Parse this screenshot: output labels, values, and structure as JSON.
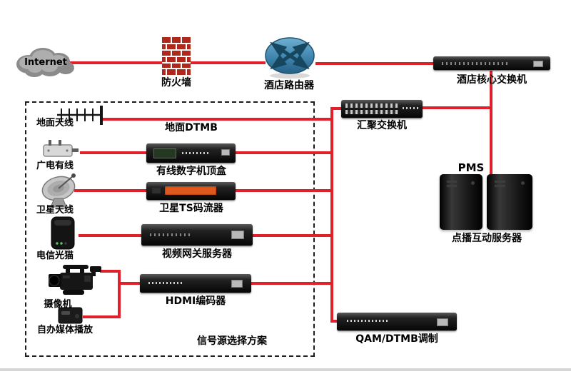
{
  "colors": {
    "connection_red": "#e0212b",
    "label_black": "#000000",
    "rack_black": "#1a1a1a",
    "router_blue": "#3f85ad",
    "firewall_brick_red": "#b0271c",
    "ts_display_orange": "#e0591c",
    "cloud_gray": "#9c9c9c"
  },
  "nodes": {
    "internet": {
      "label": "Internet",
      "type": "cloud"
    },
    "firewall": {
      "label": "防火墙",
      "type": "brick-wall"
    },
    "router": {
      "label": "酒店路由器",
      "type": "router"
    },
    "core_switch": {
      "label": "酒店核心交换机",
      "type": "rack"
    },
    "agg_switch": {
      "label": "汇聚交换机",
      "type": "switch"
    },
    "pms": {
      "label": "PMS",
      "type": "text"
    },
    "vod_server": {
      "label": "点播互动服务器",
      "type": "tower-servers"
    },
    "terrestrial_antenna": {
      "label": "地面天线",
      "type": "antenna"
    },
    "terrestrial_dtmb": {
      "label": "地面DTMB",
      "type": "link-label"
    },
    "cable": {
      "label": "广电有线",
      "type": "splitter"
    },
    "stb": {
      "label": "有线数字机顶盒",
      "type": "rack"
    },
    "satellite": {
      "label": "卫星天线",
      "type": "dish"
    },
    "ts_streamer": {
      "label": "卫星TS码流器",
      "type": "rack"
    },
    "modem": {
      "label": "电信光猫",
      "type": "box"
    },
    "video_gateway": {
      "label": "视频网关服务器",
      "type": "rack"
    },
    "camera": {
      "label": "摄像机",
      "type": "camcorder"
    },
    "hdmi_encoder": {
      "label": "HDMI编码器",
      "type": "rack"
    },
    "media_player": {
      "label": "自办媒体播放",
      "type": "box"
    },
    "qam": {
      "label": "QAM/DTMB调制",
      "type": "rack"
    }
  },
  "group": {
    "label": "信号源选择方案"
  },
  "edges": [
    {
      "from": "internet",
      "to": "firewall"
    },
    {
      "from": "firewall",
      "to": "router"
    },
    {
      "from": "router",
      "to": "core_switch"
    },
    {
      "from": "core_switch",
      "to": "agg_switch"
    },
    {
      "from": "core_switch",
      "to": "vod_server"
    },
    {
      "from": "terrestrial_antenna",
      "to": "agg_switch",
      "via_label": "地面DTMB"
    },
    {
      "from": "cable",
      "to": "stb"
    },
    {
      "from": "stb",
      "to": "agg_switch"
    },
    {
      "from": "satellite",
      "to": "ts_streamer"
    },
    {
      "from": "ts_streamer",
      "to": "agg_switch"
    },
    {
      "from": "modem",
      "to": "video_gateway"
    },
    {
      "from": "video_gateway",
      "to": "agg_switch"
    },
    {
      "from": "camera",
      "to": "hdmi_encoder"
    },
    {
      "from": "media_player",
      "to": "hdmi_encoder"
    },
    {
      "from": "hdmi_encoder",
      "to": "agg_switch"
    },
    {
      "from": "agg_switch",
      "to": "qam"
    }
  ]
}
